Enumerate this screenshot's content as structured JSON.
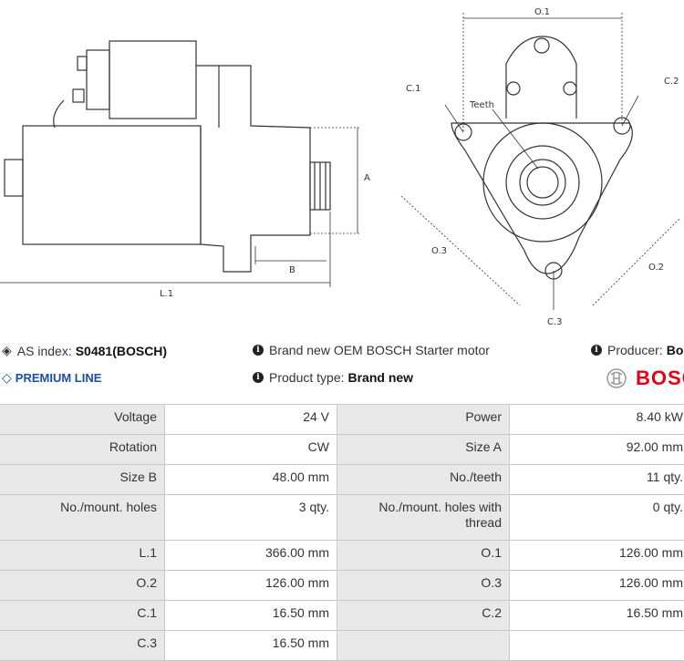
{
  "drawing": {
    "labels": {
      "a": "A",
      "b": "B",
      "l1": "L.1",
      "o1": "O.1",
      "o2": "O.2",
      "o3": "O.3",
      "c1": "C.1",
      "c2": "C.2",
      "c3": "C.3",
      "teeth": "Teeth"
    }
  },
  "info": {
    "as_index_label": "AS index:",
    "as_index_value": "S0481(BOSCH)",
    "premium": "PREMIUM LINE",
    "description": "Brand new OEM BOSCH Starter motor",
    "product_type_label": "Product type:",
    "product_type_value": "Brand new",
    "producer_label": "Producer:",
    "producer_value": "Bos",
    "brand": "BOSC"
  },
  "specs": [
    [
      "Voltage",
      "24 V",
      "Power",
      "8.40 kW"
    ],
    [
      "Rotation",
      "CW",
      "Size A",
      "92.00 mm"
    ],
    [
      "Size B",
      "48.00 mm",
      "No./teeth",
      "11 qty."
    ],
    [
      "No./mount. holes",
      "3 qty.",
      "No./mount. holes with thread",
      "0 qty."
    ],
    [
      "L.1",
      "366.00 mm",
      "O.1",
      "126.00 mm"
    ],
    [
      "O.2",
      "126.00 mm",
      "O.3",
      "126.00 mm"
    ],
    [
      "C.1",
      "16.50 mm",
      "C.2",
      "16.50 mm"
    ],
    [
      "C.3",
      "16.50 mm",
      "",
      ""
    ]
  ]
}
